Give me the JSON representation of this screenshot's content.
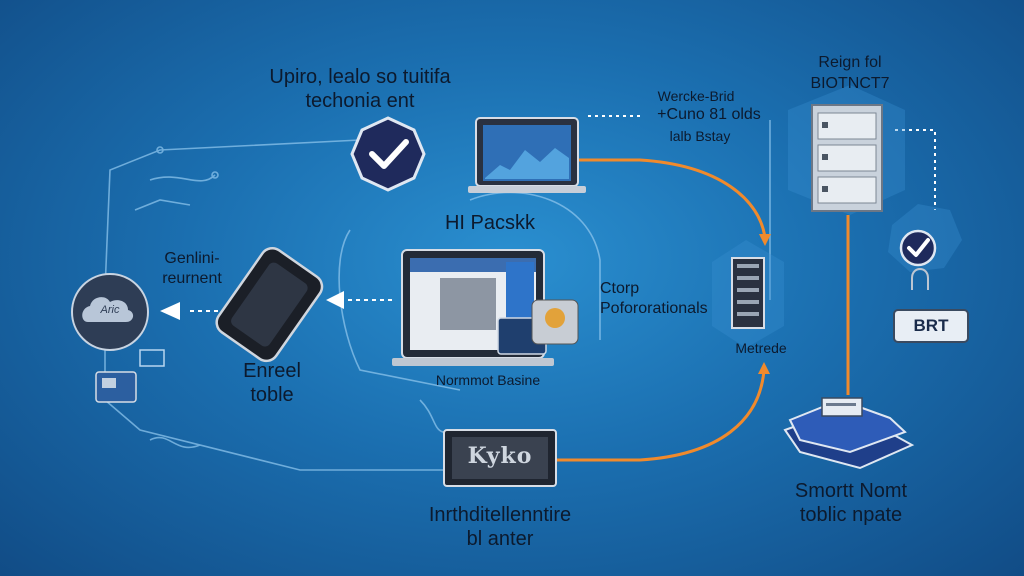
{
  "labels": {
    "top_left_line1": "Upiro, lealo so tuitifa",
    "top_left_line2": "techonia ent",
    "top_mid_line1": "Wercke-Brid",
    "top_mid_line2": "+Cuno 81 olds",
    "top_mid_line3": "lalb Bstay",
    "top_right_line1": "Reign fol",
    "top_right_line2": "BIOTNCT7",
    "left_line1": "Genlini-",
    "left_line2": "reurnent",
    "phone_line1": "Enreel",
    "phone_line2": "toble",
    "center_title": "HI Pacskk",
    "center_caption": "Normmot Basine",
    "right_mid_line1": "Ctorp",
    "right_mid_line2": "Pofororationals",
    "metrede": "Metrede",
    "bottom_screen": "Kyko",
    "bottom_line1": "Inrthditellenntire",
    "bottom_line2": "bl anter",
    "bottom_right_line1": "Smortt Nomt",
    "bottom_right_line2": "toblic npate",
    "cloud_icon_text": "Aric",
    "badge_text": "BRT"
  },
  "colors": {
    "background": "#1b6fb0",
    "accent_orange": "#f08a2c",
    "badge_navy": "#1f2a5c",
    "line_light": "#a9d4f2"
  },
  "icons": [
    "cloud-icon",
    "check-badge-icon",
    "laptop-icon",
    "phone-icon",
    "server-icon",
    "shield-check-icon",
    "document-stack-icon",
    "tablet-icon"
  ]
}
